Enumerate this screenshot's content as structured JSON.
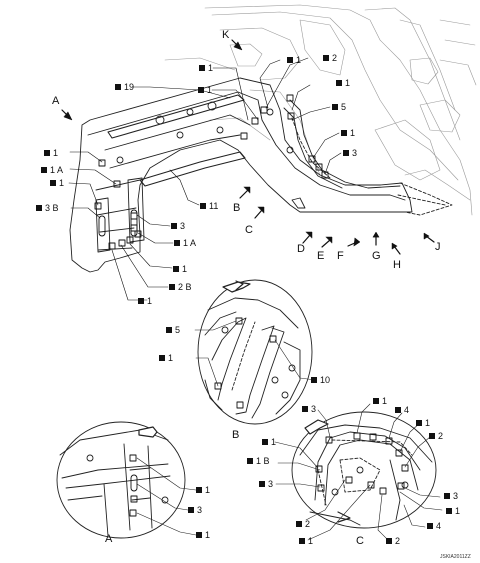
{
  "callouts": {
    "c_19": "19",
    "c_k_1a": "1",
    "c_k_2": "2",
    "c_k_1b": "1",
    "c_k_1c": "1",
    "c_r_1": "1",
    "c_r_5": "5",
    "c_r_1b": "1",
    "c_r_3": "3",
    "c_l_1": "1",
    "c_l_1a": "1 A",
    "c_l_1b": "1",
    "c_l_3b": "3 B",
    "c_11": "11",
    "c_m_3": "3",
    "c_m_1a": "1 A",
    "c_m_1": "1",
    "c_m_2b": "2 B",
    "c_m_1b": "1",
    "cb_5": "5",
    "cb_1": "1",
    "cb_10": "10",
    "ca_1": "1",
    "ca_3": "3",
    "ca_1b": "1",
    "cc_3": "3",
    "cc_1": "1",
    "cc_4": "4",
    "cc_1b": "1",
    "cc_1c": "1",
    "cc_2": "2",
    "cc_1bb": "1 B",
    "cc_3b": "3",
    "cc_3c": "3",
    "cc_1d": "1",
    "cc_2b": "2",
    "cc_4b": "4",
    "cc_1e": "1",
    "cc_2c": "2"
  },
  "views": {
    "A_arrow": "A",
    "K_arrow": "K",
    "B_arrow": "B",
    "C_arrow": "C",
    "D_arrow": "D",
    "E_arrow": "E",
    "F_arrow": "F",
    "G_arrow": "G",
    "H_arrow": "H",
    "J_arrow": "J",
    "A_detail": "A",
    "B_detail": "B",
    "C_detail": "C"
  },
  "figure_code": "JSKIA2011ZZ"
}
